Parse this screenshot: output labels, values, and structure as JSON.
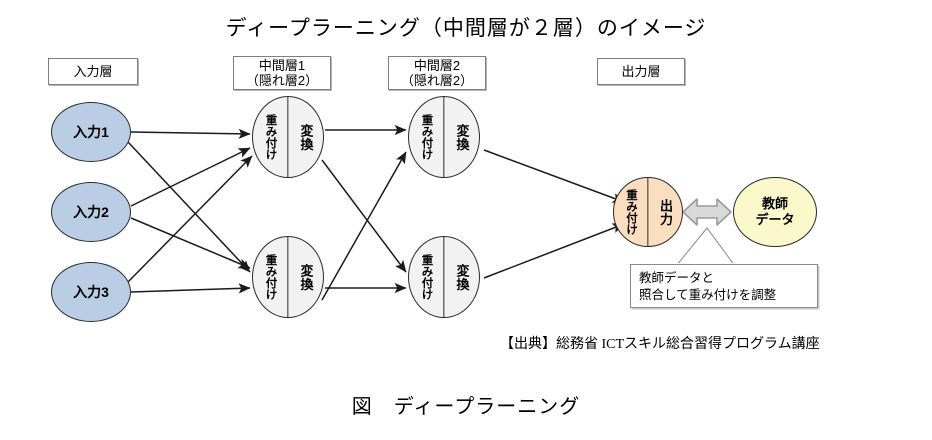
{
  "title": "ディープラーニング（中間層が２層）のイメージ",
  "caption": "図　ディープラーニング",
  "source": "【出典】総務省 ICTスキル総合習得プログラム講座",
  "layer_headers": [
    {
      "name": "input-layer",
      "line1": "入力層",
      "line2": ""
    },
    {
      "name": "hidden-layer-1",
      "line1": "中間層1",
      "line2": "（隠れ層2）"
    },
    {
      "name": "hidden-layer-2",
      "line1": "中間層2",
      "line2": "（隠れ層2）"
    },
    {
      "name": "output-layer",
      "line1": "出力層",
      "line2": ""
    }
  ],
  "input_nodes": [
    {
      "label": "入力1"
    },
    {
      "label": "入力2"
    },
    {
      "label": "入力3"
    }
  ],
  "hidden_nodes": {
    "left_label": "重み付け",
    "right_label": "変換",
    "layer1_count": 2,
    "layer2_count": 2
  },
  "output_node": {
    "left_label": "重み付け",
    "right_label": "出力"
  },
  "teacher_node": {
    "line1": "教師",
    "line2": "データ"
  },
  "callout": {
    "line1": "教師データと",
    "line2": "照合して重み付けを調整"
  },
  "colors": {
    "input_fill": "#b9cde5",
    "hidden_fill": "#f2f2f2",
    "output_fill": "#fbddc0",
    "teacher_fill": "#fbf8cc",
    "stroke": "#2b2b2b",
    "gray_arrow_fill": "#d9d9d9",
    "gray_arrow_stroke": "#9a9a9a",
    "box_border": "#7f7f7f"
  }
}
